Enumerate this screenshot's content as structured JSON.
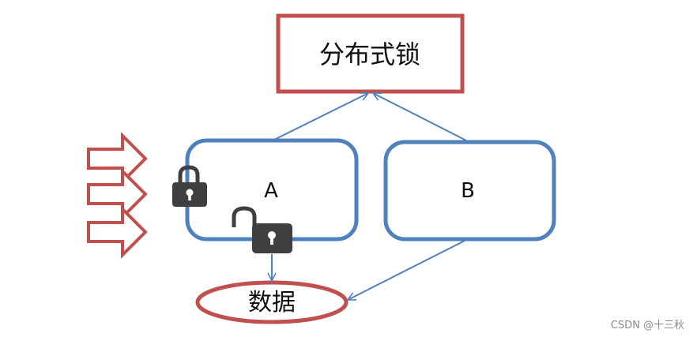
{
  "diagram": {
    "lock_service": {
      "label": "分布式锁"
    },
    "client_a": {
      "label": "A"
    },
    "client_b": {
      "label": "B"
    },
    "data_store": {
      "label": "数据"
    },
    "incoming_requests": {
      "count": 3
    },
    "locks": [
      {
        "state": "locked",
        "icon": "padlock-closed-icon"
      },
      {
        "state": "unlocked",
        "icon": "padlock-open-icon"
      }
    ]
  },
  "colors": {
    "red_accent": "#c0504d",
    "blue_accent": "#4f81bd",
    "lock_fill": "#3f3f3f"
  },
  "watermark": {
    "text": "CSDN @十三秋"
  }
}
